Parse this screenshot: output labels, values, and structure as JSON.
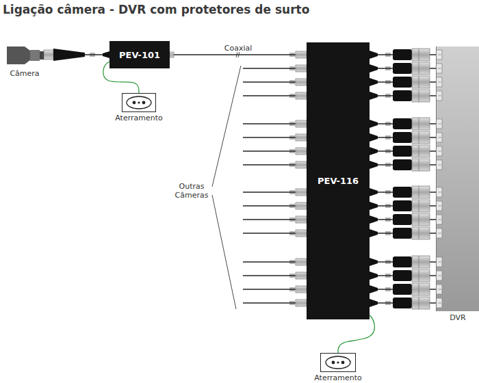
{
  "diagram": {
    "title": "Ligação câmera - DVR com protetores de surto",
    "nodes": [
      {
        "text": [
          "Câmera"
        ]
      },
      {
        "text": [
          "PEV-101"
        ]
      },
      {
        "text": [
          "Aterramento"
        ]
      },
      {
        "text": [
          "PEV-116"
        ]
      },
      {
        "text": [
          "Aterramento"
        ]
      },
      {
        "text": [
          "DVR"
        ]
      }
    ],
    "edges": [
      {
        "from": 0,
        "to": 1,
        "arrow": "none"
      },
      {
        "from": 1,
        "to": 3,
        "label": "Coaxial",
        "arrow": "none"
      },
      {
        "from": 1,
        "to": 2,
        "arrow": "none"
      },
      {
        "from": 3,
        "to": 4,
        "arrow": "none"
      },
      {
        "from": 3,
        "to": 5,
        "arrow": "none"
      },
      {
        "from": 3,
        "to": 5,
        "arrow": "none"
      },
      {
        "from": 3,
        "to": 5,
        "arrow": "none"
      },
      {
        "from": 3,
        "to": 5,
        "arrow": "none"
      },
      {
        "from": 3,
        "to": 5,
        "arrow": "none"
      },
      {
        "from": 3,
        "to": 5,
        "arrow": "none"
      },
      {
        "from": 3,
        "to": 5,
        "arrow": "none"
      },
      {
        "from": 3,
        "to": 5,
        "arrow": "none"
      },
      {
        "from": 3,
        "to": 5,
        "arrow": "none"
      },
      {
        "from": 3,
        "to": 5,
        "arrow": "none"
      },
      {
        "from": 3,
        "to": 5,
        "arrow": "none"
      },
      {
        "from": 3,
        "to": 5,
        "arrow": "none"
      },
      {
        "from": 3,
        "to": 5,
        "arrow": "none"
      },
      {
        "from": 3,
        "to": 5,
        "arrow": "none"
      },
      {
        "from": 3,
        "to": 5,
        "arrow": "none"
      },
      {
        "from": 3,
        "to": 5,
        "arrow": "none"
      }
    ],
    "labels": [
      "Outras Câmeras"
    ]
  }
}
